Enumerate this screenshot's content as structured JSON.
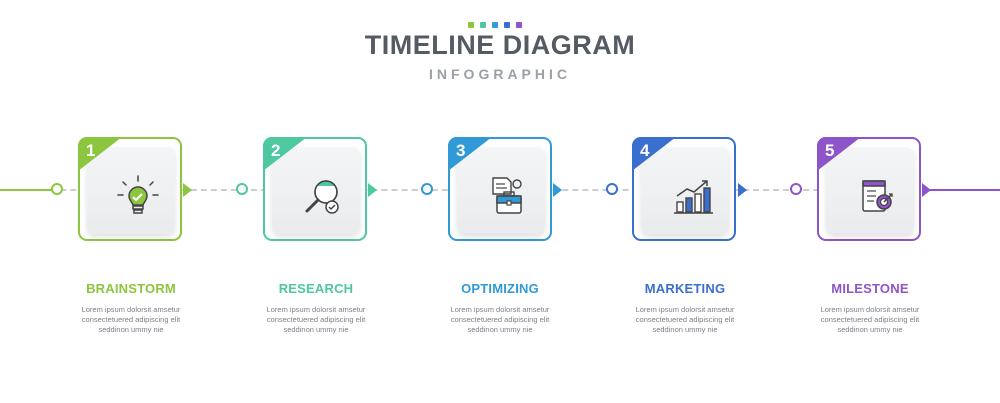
{
  "header": {
    "title": "TIMELINE DIAGRAM",
    "subtitle": "INFOGRAPHIC",
    "dot_colors": [
      "#8cc63f",
      "#4dc8a0",
      "#2f9ad6",
      "#3b6fcf",
      "#8e55c9"
    ]
  },
  "steps": [
    {
      "number": "1",
      "label": "BRAINSTORM",
      "icon": "lightbulb-icon",
      "color": "#8cc63f",
      "desc_line1": "Lorem ipsum dolorsit amsetur",
      "desc_line2": "consectetuered adipiscing elit",
      "desc_line3": "seddinon ummy nie"
    },
    {
      "number": "2",
      "label": "RESEARCH",
      "icon": "magnifier-icon",
      "color": "#4dc8a0",
      "desc_line1": "Lorem ipsum dolorsit amsetur",
      "desc_line2": "consectetuered adipiscing elit",
      "desc_line3": "seddinon ummy nie"
    },
    {
      "number": "3",
      "label": "OPTIMIZING",
      "icon": "briefcase-icon",
      "color": "#2f9ad6",
      "desc_line1": "Lorem ipsum dolorsit amsetur",
      "desc_line2": "consectetuered adipiscing elit",
      "desc_line3": "seddinon ummy nie"
    },
    {
      "number": "4",
      "label": "MARKETING",
      "icon": "growth-chart-icon",
      "color": "#3b6fcf",
      "desc_line1": "Lorem ipsum dolorsit amsetur",
      "desc_line2": "consectetuered adipiscing elit",
      "desc_line3": "seddinon ummy nie"
    },
    {
      "number": "5",
      "label": "MILESTONE",
      "icon": "clipboard-target-icon",
      "color": "#8e55c9",
      "desc_line1": "Lorem ipsum dolorsit amsetur",
      "desc_line2": "consectetuered adipiscing elit",
      "desc_line3": "seddinon ummy nie"
    }
  ]
}
